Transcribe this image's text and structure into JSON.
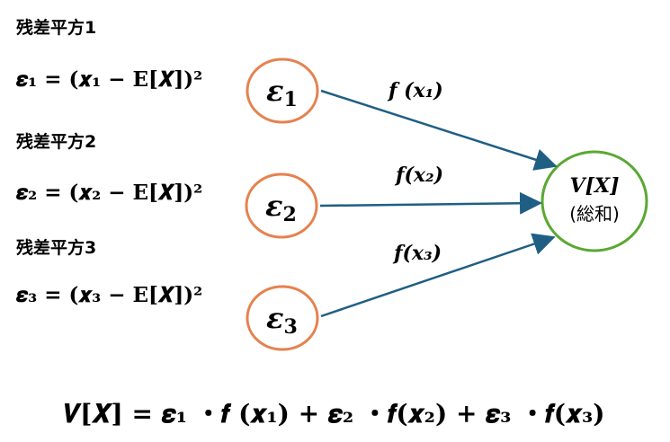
{
  "headings": [
    "残差平方1",
    "残差平方2",
    "残差平方3"
  ],
  "equations": [
    "𝜺₁ = (𝒙₁ − E[𝑿])²",
    "𝜺₂ = (𝒙₂ − E[𝑿])²",
    "𝜺₃ = (𝒙₃ − E[𝑿])²"
  ],
  "nodes": [
    {
      "symbol": "ε",
      "sub": "1"
    },
    {
      "symbol": "ε",
      "sub": "2"
    },
    {
      "symbol": "ε",
      "sub": "3"
    }
  ],
  "edge_labels": [
    "f (x₁)",
    "f(x₂)",
    "f(x₃)"
  ],
  "total": {
    "title": "V[X]",
    "subtitle": "(総和)"
  },
  "formula": "𝑽[𝑿] = 𝜺₁ ・𝒇 (𝒙₁) + 𝜺₂ ・𝒇(𝒙₂) + 𝜺₃ ・𝒇(𝒙₃)",
  "colors": {
    "node_stroke": "#e5824f",
    "total_stroke": "#5aa832",
    "arrow": "#1f5f84",
    "text": "#111111"
  }
}
